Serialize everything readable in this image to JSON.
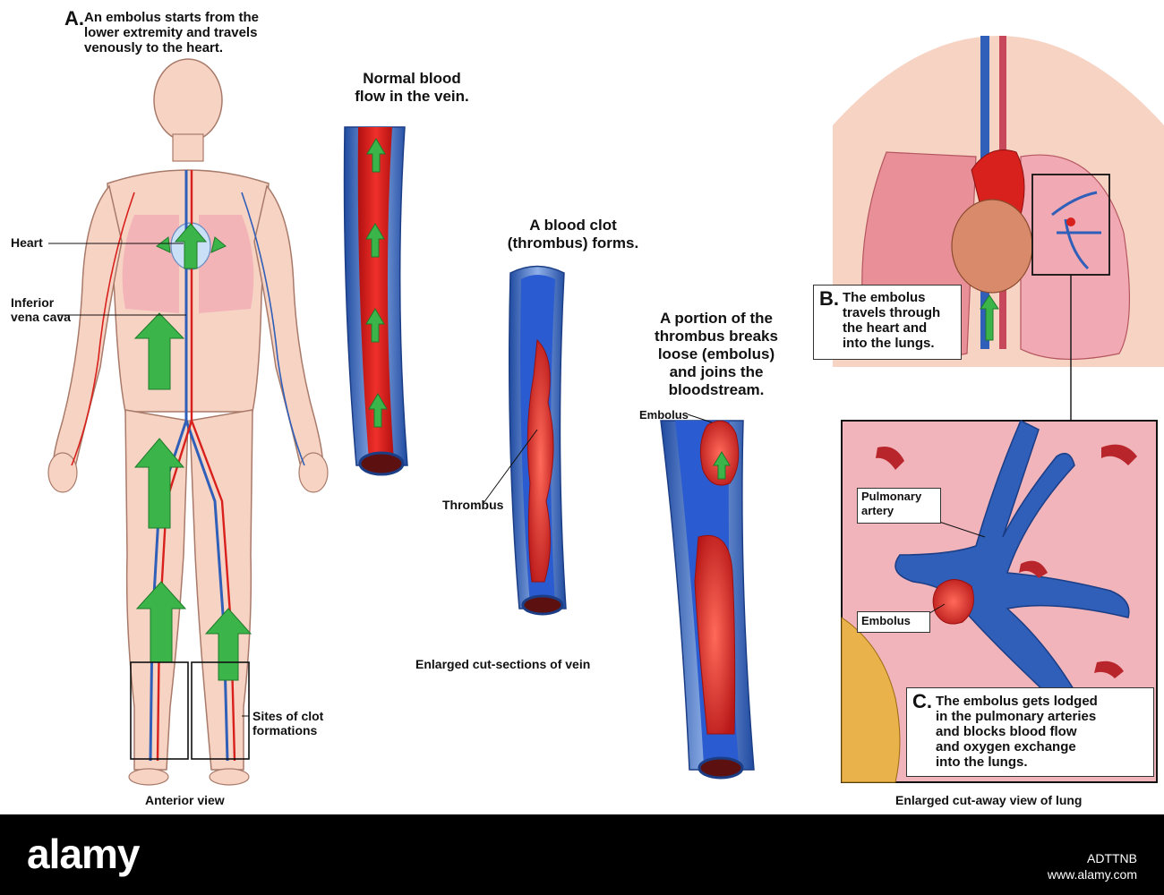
{
  "step_a": {
    "letter": "A.",
    "text_lines": [
      "An embolus starts from the",
      "lower extremity and travels",
      "venously to the heart."
    ]
  },
  "body_labels": {
    "heart": "Heart",
    "ivc_line1": "Inferior",
    "ivc_line2": "vena cava",
    "sites_line1": "Sites of clot",
    "sites_line2": "formations",
    "anterior_view": "Anterior view"
  },
  "vein_titles": {
    "normal": [
      "Normal blood",
      "flow in the vein."
    ],
    "clot": [
      "A blood clot",
      "(thrombus) forms."
    ],
    "portion": [
      "A portion of the",
      "thrombus breaks",
      "loose (embolus)",
      "and joins the",
      "bloodstream."
    ]
  },
  "vein_labels": {
    "thrombus": "Thrombus",
    "embolus": "Embolus",
    "cut_sections": "Enlarged cut-sections of vein"
  },
  "step_b": {
    "letter": "B.",
    "text_lines": [
      "The embolus",
      "travels through",
      "the heart and",
      "into the lungs."
    ]
  },
  "lung_labels": {
    "pulmonary_line1": "Pulmonary",
    "pulmonary_line2": "artery",
    "embolus": "Embolus",
    "cutaway": "Enlarged cut-away view of lung"
  },
  "step_c": {
    "letter": "C.",
    "text_lines": [
      "The embolus gets lodged",
      "in the pulmonary arteries",
      "and blocks blood flow",
      "and oxygen exchange",
      "into the lungs."
    ]
  },
  "footer": {
    "brand": "alamy",
    "code_line1": "ADTTNB",
    "code_line2": "www.alamy.com"
  },
  "colors": {
    "skin": "#f7d3c4",
    "vein_blue": "#2f5fb8",
    "blood_red": "#d8201c",
    "arrow_green": "#3bb54a",
    "lung_pink": "#f1a9b4",
    "footer_black": "#000000"
  }
}
